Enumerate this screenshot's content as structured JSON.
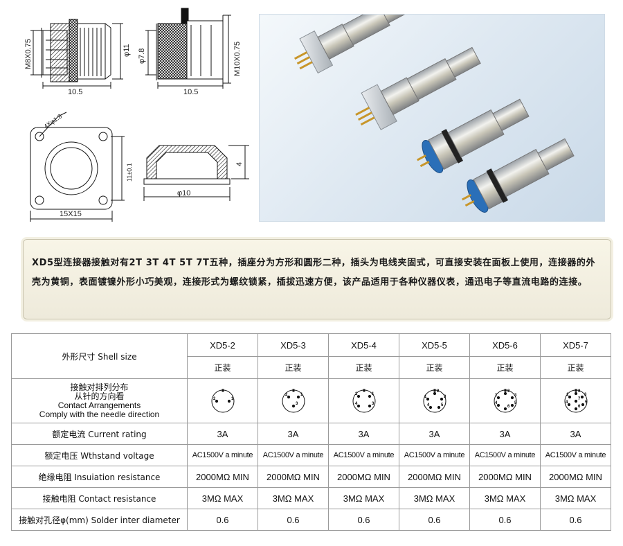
{
  "drawings": {
    "dim_m8": "M8X0.75",
    "dim_phi11": "φ11",
    "dim_len1": "10.5",
    "dim_phi78": "φ7.8",
    "dim_m10": "M10X0.75",
    "dim_len2": "10.5",
    "dim_holes": "4Xφ1.8",
    "dim_11": "11±0.1",
    "dim_15": "15X15",
    "dim_4": "4",
    "dim_phi10": "φ10"
  },
  "description": "XD5型连接器接触对有2T 3T 4T 5T 7T五种，插座分为方形和圆形二种，插头为电线夹固式，可直接安装在面板上使用，连接器的外壳为黄铜，表面镀镍外形小巧美观，连接形式为螺纹锁紧，插拔迅速方便，该产品适用于各种仪器仪表，通迅电子等直流电路的连接。",
  "table": {
    "shell_size_label": "外形尺寸 Shell size",
    "models": [
      "XD5-2",
      "XD5-3",
      "XD5-4",
      "XD5-5",
      "XD5-6",
      "XD5-7"
    ],
    "mount": [
      "正装",
      "正装",
      "正装",
      "正装",
      "正装",
      "正装"
    ],
    "arrangement_label_cn1": "接触对排列分布",
    "arrangement_label_cn2": "从针的方向看",
    "arrangement_label_en1": "Contact Arrangements",
    "arrangement_label_en2": "Comply with the needle direction",
    "rows": [
      {
        "label": "额定电流 Current rating",
        "values": [
          "3A",
          "3A",
          "3A",
          "3A",
          "3A",
          "3A"
        ],
        "cls": "val"
      },
      {
        "label": "额定电压 Wthstand voltage",
        "values": [
          "AC1500V a minute",
          "AC1500V a minute",
          "AC1500V a minute",
          "AC1500V a minute",
          "AC1500V a minute",
          "AC1500V a minute"
        ],
        "cls": "volt"
      },
      {
        "label": "绝缘电阻 Insuiation resistance",
        "values": [
          "2000MΩ MIN",
          "2000MΩ MIN",
          "2000MΩ MIN",
          "2000MΩ MIN",
          "2000MΩ MIN",
          "2000MΩ MIN"
        ],
        "cls": "val"
      },
      {
        "label": "接触电阻 Contact resistance",
        "values": [
          "3MΩ MAX",
          "3MΩ MAX",
          "3MΩ MAX",
          "3MΩ MAX",
          "3MΩ MAX",
          "3MΩ MAX"
        ],
        "cls": "val"
      },
      {
        "label": "接触对孔径φ(mm) Solder inter diameter",
        "values": [
          "0.6",
          "0.6",
          "0.6",
          "0.6",
          "0.6",
          "0.6"
        ],
        "cls": "val"
      }
    ],
    "pin_labels": [
      [
        "2",
        "1"
      ],
      [
        "2",
        "1",
        "3"
      ],
      [
        "2",
        "1",
        "3",
        "4"
      ],
      [
        "2",
        "1",
        "3",
        "4",
        "5"
      ],
      [
        "2",
        "1",
        "3",
        "4",
        "5",
        "6"
      ],
      [
        "2",
        "1",
        "3",
        "4",
        "5",
        "6",
        "7"
      ]
    ]
  },
  "colors": {
    "desc_bg": "#f4f1e2",
    "border": "#9a9a9a",
    "photo_bg": "#dfe9f2"
  }
}
